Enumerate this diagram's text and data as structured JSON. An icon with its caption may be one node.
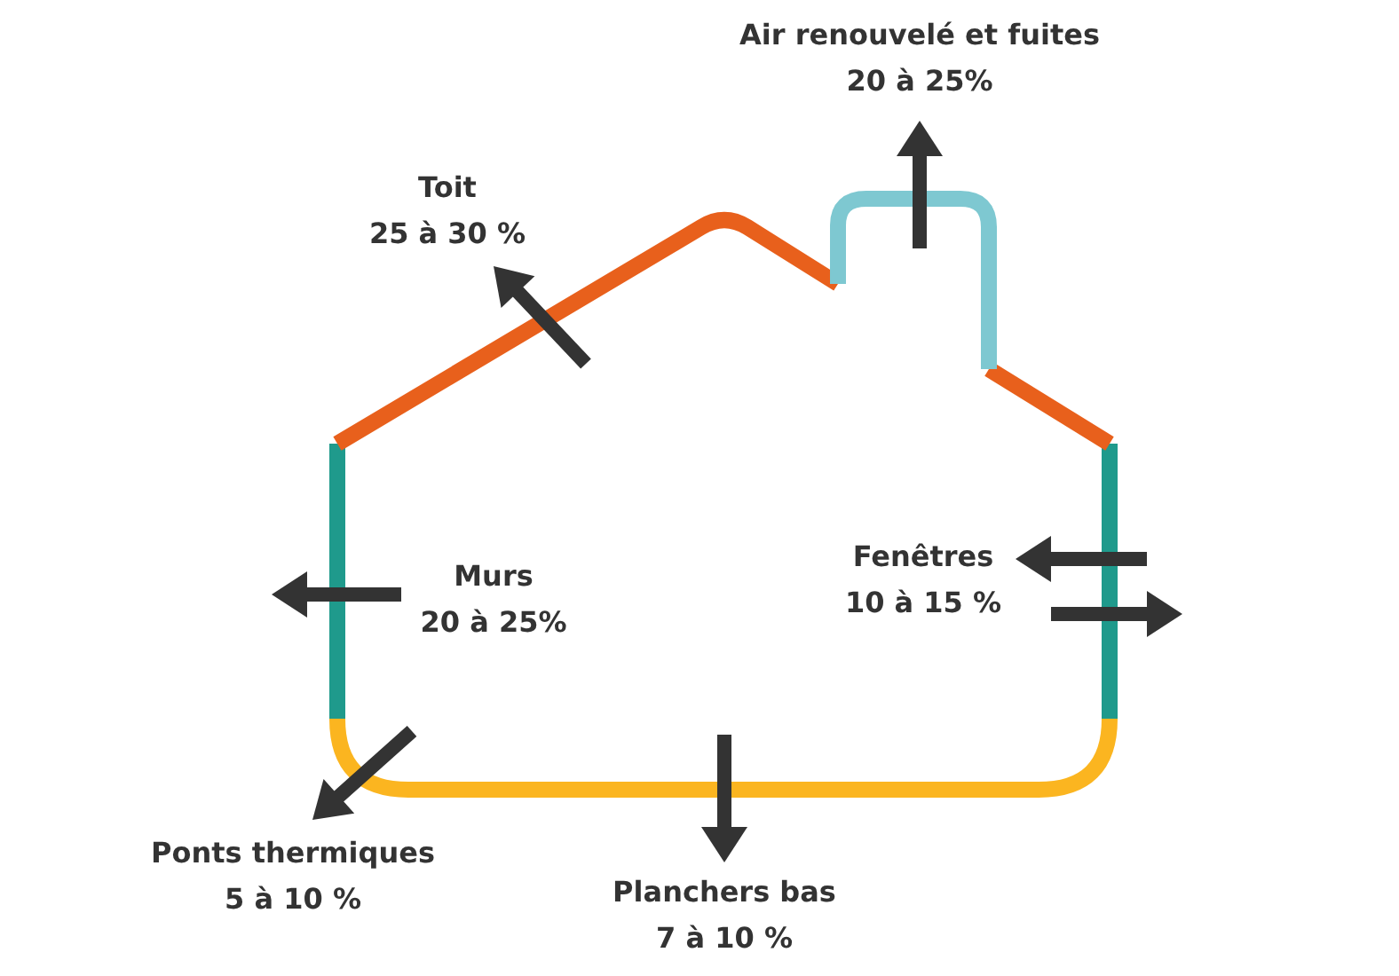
{
  "diagram": {
    "labels": [
      "Air renouvelé et fuites",
      "20 à 25%",
      "Toit",
      "25 à 30 %",
      "Murs",
      "20 à 25%",
      "Fenêtres",
      "10 à 15 %",
      "Ponts thermiques",
      "5 à 10 %",
      "Planchers bas",
      "7 à 10 %"
    ]
  }
}
